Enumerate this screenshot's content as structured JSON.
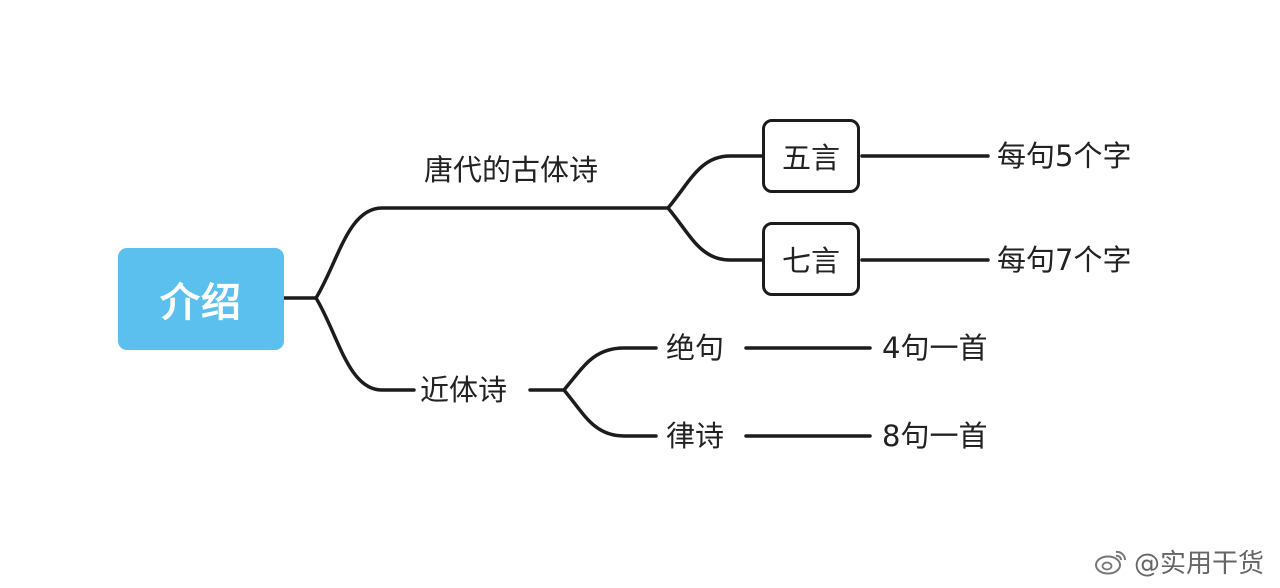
{
  "root": {
    "label": "介绍",
    "color": "#5bc0ee"
  },
  "branches": [
    {
      "label": "唐代的古体诗",
      "children": [
        {
          "label": "五言",
          "boxed": true,
          "leaf": "每句5个字"
        },
        {
          "label": "七言",
          "boxed": true,
          "leaf": "每句7个字"
        }
      ]
    },
    {
      "label": "近体诗",
      "children": [
        {
          "label": "绝句",
          "boxed": false,
          "leaf": "4句一首"
        },
        {
          "label": "律诗",
          "boxed": false,
          "leaf": "8句一首"
        }
      ]
    }
  ],
  "watermark": {
    "icon": "weibo-icon",
    "text": "@实用干货"
  },
  "colors": {
    "line": "#1c1c1c",
    "text": "#222222",
    "root_bg": "#5bc0ee",
    "root_text": "#ffffff"
  }
}
